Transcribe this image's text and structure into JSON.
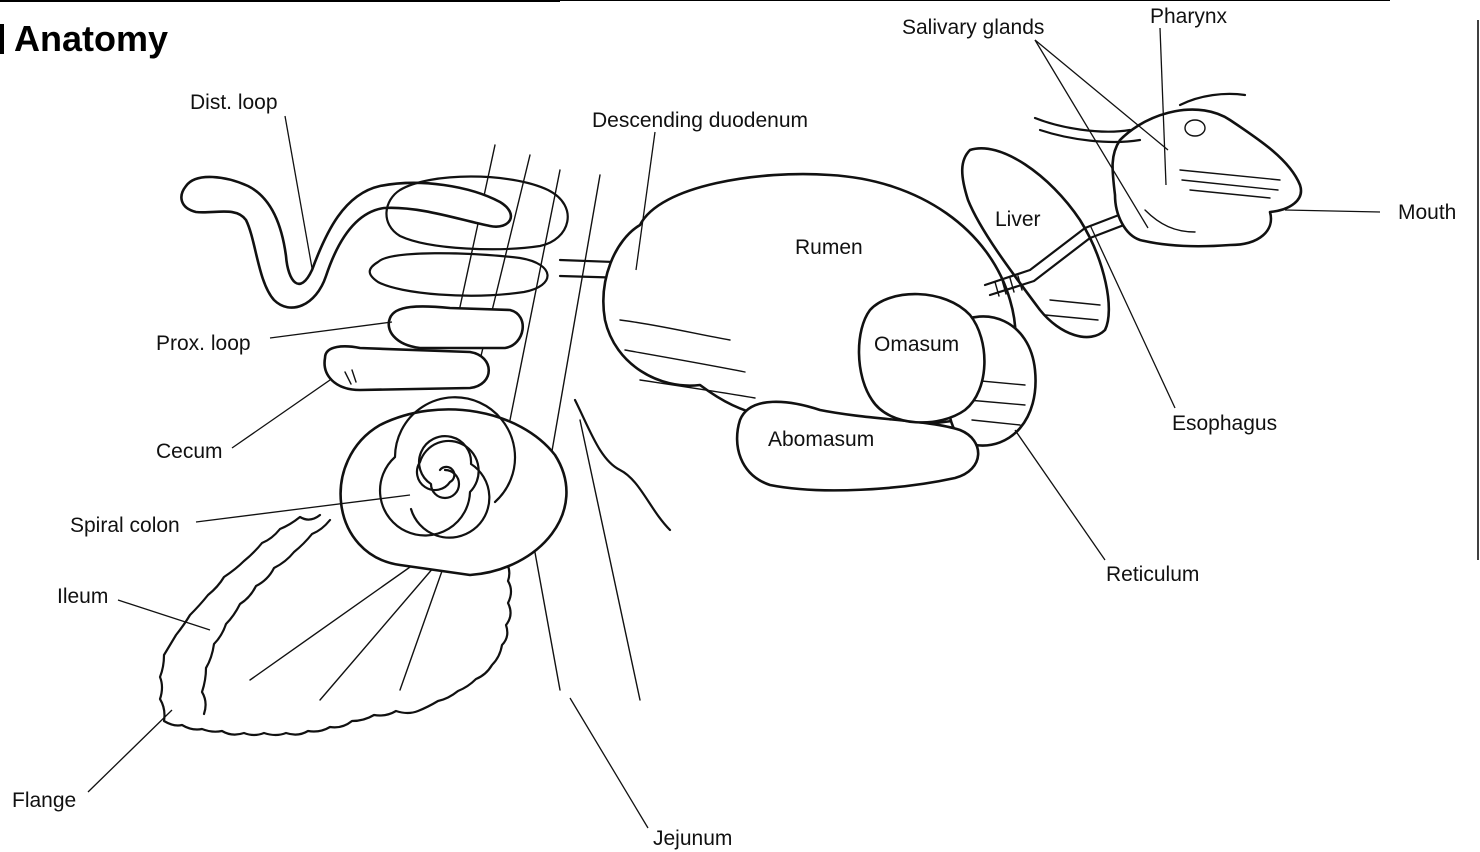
{
  "heading": "Anatomy",
  "labels": {
    "dist_loop": "Dist. loop",
    "descending_duodenum": "Descending duodenum",
    "salivary_glands": "Salivary glands",
    "pharynx": "Pharynx",
    "mouth": "Mouth",
    "liver": "Liver",
    "rumen": "Rumen",
    "omasum": "Omasum",
    "abomasum": "Abomasum",
    "esophagus": "Esophagus",
    "reticulum": "Reticulum",
    "prox_loop": "Prox. loop",
    "cecum": "Cecum",
    "spiral_colon": "Spiral colon",
    "ileum": "Ileum",
    "flange": "Flange",
    "jejunum": "Jejunum"
  }
}
